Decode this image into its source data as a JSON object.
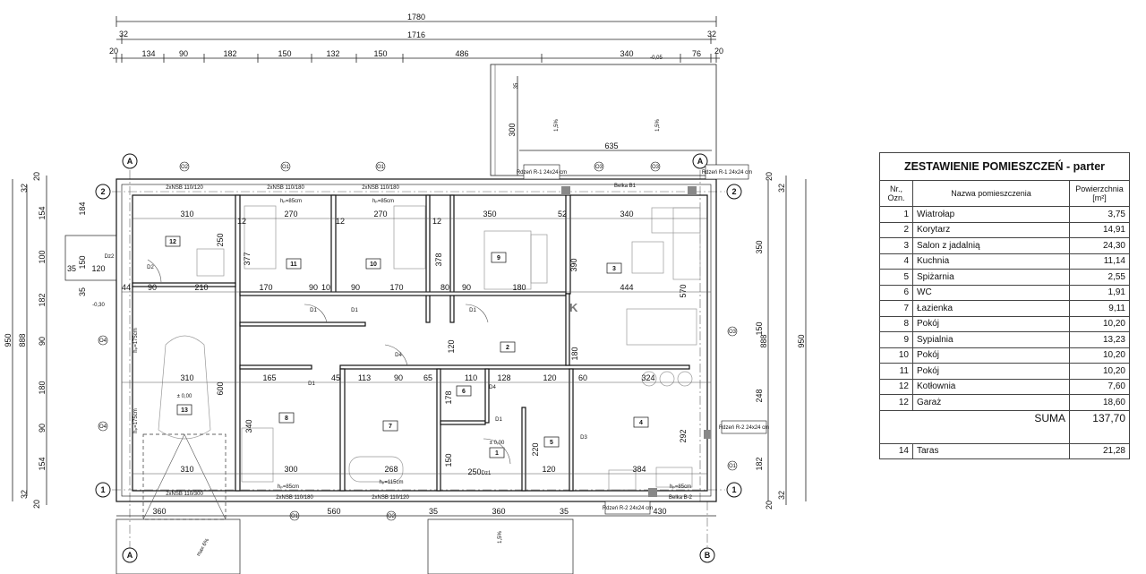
{
  "table": {
    "title": "ZESTAWIENIE POMIESZCZEŃ - parter",
    "headers": {
      "nr": "Nr., Ozn.",
      "name": "Nazwa pomieszczenia",
      "area": "Powierzchnia [m²]"
    },
    "rows": [
      {
        "nr": "1",
        "name": "Wiatrołap",
        "area": "3,75"
      },
      {
        "nr": "2",
        "name": "Korytarz",
        "area": "14,91"
      },
      {
        "nr": "3",
        "name": "Salon z jadalnią",
        "area": "24,30"
      },
      {
        "nr": "4",
        "name": "Kuchnia",
        "area": "11,14"
      },
      {
        "nr": "5",
        "name": "Spiżarnia",
        "area": "2,55"
      },
      {
        "nr": "6",
        "name": "WC",
        "area": "1,91"
      },
      {
        "nr": "7",
        "name": "Łazienka",
        "area": "9,11"
      },
      {
        "nr": "8",
        "name": "Pokój",
        "area": "10,20"
      },
      {
        "nr": "9",
        "name": "Sypialnia",
        "area": "13,23"
      },
      {
        "nr": "10",
        "name": "Pokój",
        "area": "10,20"
      },
      {
        "nr": "11",
        "name": "Pokój",
        "area": "10,20"
      },
      {
        "nr": "12",
        "name": "Kotłownia",
        "area": "7,60"
      },
      {
        "nr": "12",
        "name": "Garaż",
        "area": "18,60"
      }
    ],
    "sum_label": "SUMA",
    "sum_value": "137,70",
    "terrace": {
      "nr": "14",
      "name": "Taras",
      "area": "21,28"
    }
  },
  "plan": {
    "axes": {
      "a_top_left": "A",
      "a_top_right": "A",
      "a_bottom_left": "A",
      "b_bottom_right": "B",
      "two_left": "2",
      "two_right": "2",
      "one_left": "1",
      "one_right": "1"
    },
    "dims_top": {
      "total": "1780",
      "inner": "1716",
      "end_left": "32",
      "end_right": "32",
      "edge_left": "20",
      "edge_right": "20",
      "segments": [
        "134",
        "90",
        "182",
        "150",
        "132",
        "150",
        "486",
        "340",
        "76"
      ],
      "level": "-0,05"
    },
    "terrace_top": {
      "width": "635",
      "depth": "300",
      "edge": "35",
      "slope_left": "1,5%",
      "slope_right": "1,5%"
    },
    "dims_left": {
      "total": "950",
      "inner": "888",
      "segments": [
        "20",
        "32",
        "154",
        "100",
        "182",
        "90",
        "180",
        "90",
        "154",
        "32",
        "20"
      ],
      "entry_a": "184",
      "entry_b": "150",
      "entry_c": "35",
      "entry_d": "35",
      "entry_e": "120",
      "level": "-0,30"
    },
    "dims_right": {
      "total": "950",
      "inner": "888",
      "segments": [
        "20",
        "32",
        "350",
        "150",
        "248",
        "182",
        "32",
        "20"
      ]
    },
    "dims_bottom": {
      "segments": [
        "360",
        "560",
        "35",
        "360",
        "35",
        "430"
      ],
      "slope": "max 6%",
      "slope2": "1,5%"
    },
    "rooms": [
      "12",
      "11",
      "10",
      "9",
      "3",
      "2",
      "13",
      "8",
      "7",
      "6",
      "1",
      "5",
      "4"
    ],
    "inner_dims": {
      "r12_w": "310",
      "r11_w": "270",
      "r10_w": "270",
      "r9_w": "350",
      "r3_w": "340",
      "r3_a": "52",
      "r11_h": "377",
      "r10_h": "378",
      "r9_h": "390",
      "r12_h": "250",
      "row2": [
        "44",
        "90",
        "210",
        "170",
        "90",
        "10",
        "90",
        "170",
        "80",
        "90",
        "180",
        "444"
      ],
      "r3_h": "570",
      "row3": [
        "310",
        "165",
        "45",
        "113",
        "90",
        "65",
        "110",
        "128",
        "120",
        "60",
        "324"
      ],
      "row4": [
        "310",
        "300",
        "268",
        "384",
        "250",
        "120"
      ],
      "r2_h": "120",
      "r2_h2": "180",
      "r5_h": "220",
      "r4_h": "292",
      "r13_h": "600",
      "r8_h": "340",
      "r6_h": "178",
      "r1_h": "150",
      "walls12": "12"
    },
    "levels": {
      "garage": "± 0,00",
      "entry": "± 0,00"
    },
    "sills": {
      "s1": "hₚ=85cm",
      "s2": "hₚ=85cm",
      "s3": "hₚ=85cm",
      "s4": "hₚ=115cm",
      "s5": "hₚ=85cm",
      "s6": "hₚ=175cm",
      "s7": "hₚ=175cm"
    },
    "lintels": {
      "l1": "2xNSB 110/120",
      "l2": "2xNSB 110/180",
      "l3": "2xNSB 110/180",
      "l4": "2xNSB 110/300",
      "l5": "2xNSB 110/180",
      "l6": "2xNSB 110/120",
      "beam_top": "Belka B1",
      "beam_bottom": "Belka B-2"
    },
    "pillars": {
      "p1": "Rdzeń R-1 24x24 cm",
      "p2": "Rdzeń R-1 24x24 cm",
      "p3": "Rdzeń R-2 24x24 cm",
      "p4": "Rdzeń R-2 24x24 cm"
    },
    "openings": {
      "o2a": "O2",
      "o1a": "O1",
      "o1b": "O1",
      "o3a": "O3",
      "o3b": "O3",
      "o3c": "O3",
      "o1c": "O1",
      "o1d": "O1",
      "o2b": "O2",
      "o4a": "O4",
      "o4b": "O4",
      "dz1": "Dz1",
      "dz2": "Dz2",
      "d2": "D2",
      "d1a": "D1",
      "d1b": "D1",
      "d1c": "D1",
      "d1d": "D1",
      "d4a": "D4",
      "d4b": "D4",
      "d1e": "D1",
      "d3": "D3",
      "k": "K"
    }
  }
}
